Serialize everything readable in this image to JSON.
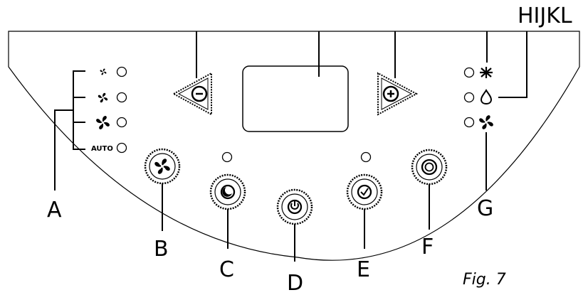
{
  "figure_caption": "Fig. 7",
  "callouts": {
    "a": "A",
    "b": "B",
    "c": "C",
    "d": "D",
    "e": "E",
    "f": "F",
    "g": "G",
    "hijkl": "HIJKL"
  },
  "fan_speed_indicators": {
    "auto_label": "AUTO"
  },
  "icons": {
    "fan_button": "fan-icon",
    "sleep_button": "moon-icon",
    "power_button": "power-icon",
    "timer_button": "clock-icon",
    "mode_button": "cycle-icon",
    "minus_button": "minus-icon",
    "plus_button": "plus-icon",
    "dehumidify_mode": "droplet-icon",
    "cool_mode": "snowflake-icon",
    "fan_mode": "fan-icon"
  }
}
